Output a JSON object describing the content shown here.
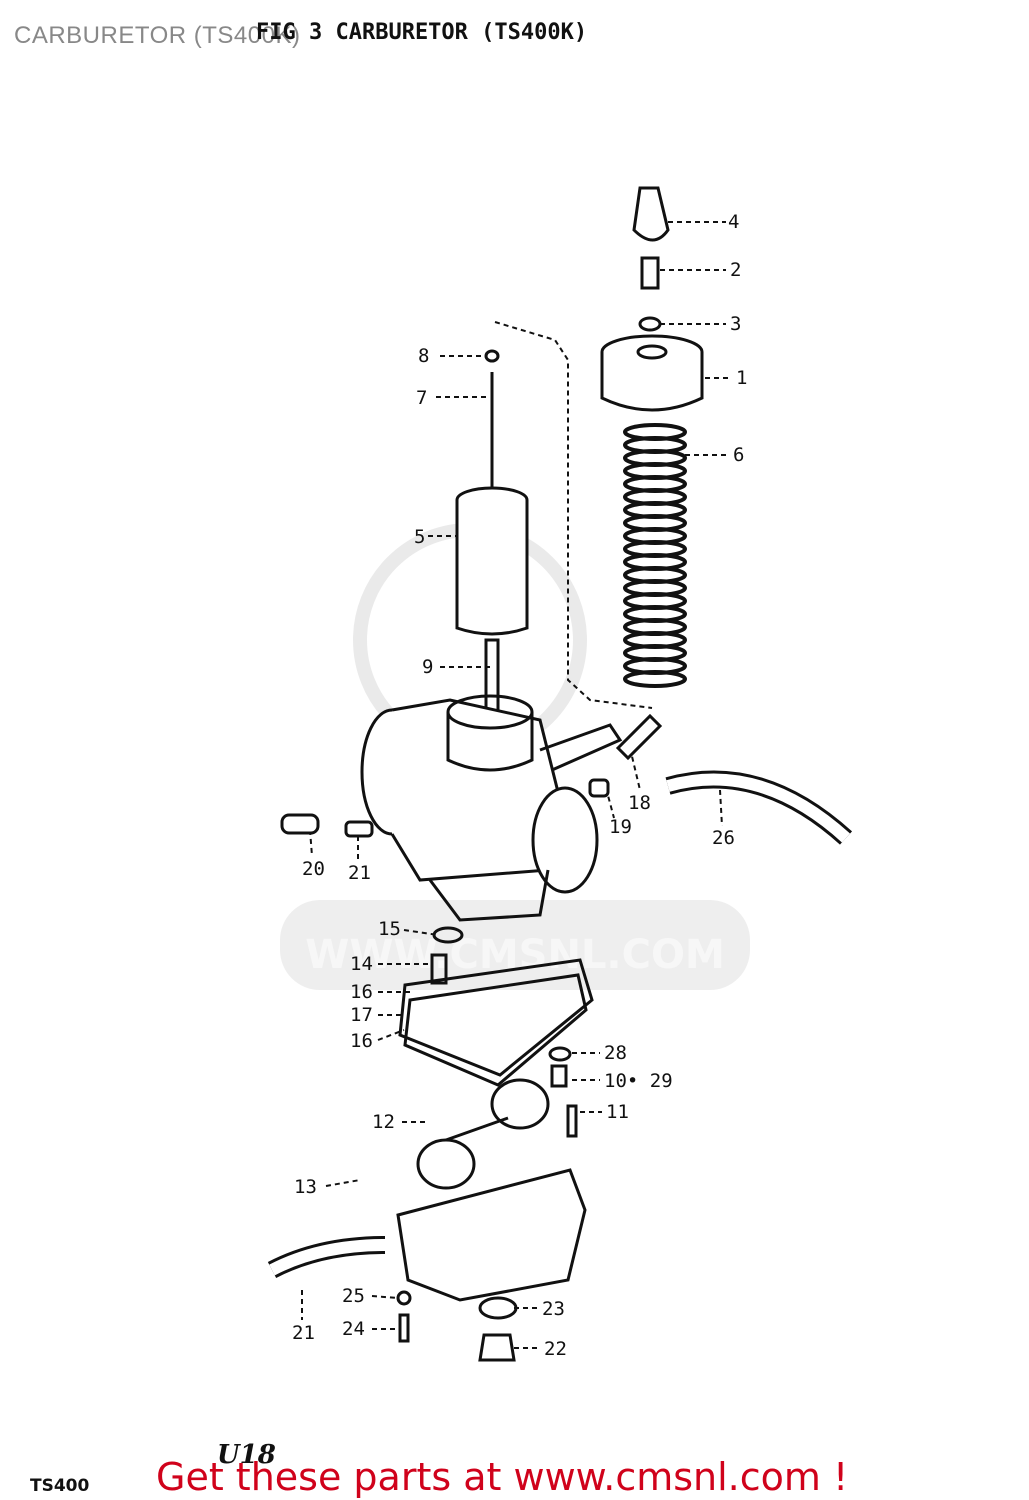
{
  "header": {
    "overlay_title": "CARBURETOR (TS400K)",
    "figure_title": "FIG 3 CARBURETOR (TS400K)"
  },
  "callouts": [
    {
      "id": "c4",
      "text": "4"
    },
    {
      "id": "c2",
      "text": "2"
    },
    {
      "id": "c3",
      "text": "3"
    },
    {
      "id": "c1",
      "text": "1"
    },
    {
      "id": "c6",
      "text": "6"
    },
    {
      "id": "c8",
      "text": "8"
    },
    {
      "id": "c7",
      "text": "7"
    },
    {
      "id": "c5",
      "text": "5"
    },
    {
      "id": "c9",
      "text": "9"
    },
    {
      "id": "c18",
      "text": "18"
    },
    {
      "id": "c19",
      "text": "19"
    },
    {
      "id": "c26",
      "text": "26"
    },
    {
      "id": "c20",
      "text": "20"
    },
    {
      "id": "c21a",
      "text": "21"
    },
    {
      "id": "c15",
      "text": "15"
    },
    {
      "id": "c14",
      "text": "14"
    },
    {
      "id": "c16a",
      "text": "16"
    },
    {
      "id": "c17",
      "text": "17"
    },
    {
      "id": "c16b",
      "text": "16"
    },
    {
      "id": "c28",
      "text": "28"
    },
    {
      "id": "c1029",
      "text": "10• 29"
    },
    {
      "id": "c12",
      "text": "12"
    },
    {
      "id": "c11",
      "text": "11"
    },
    {
      "id": "c13",
      "text": "13"
    },
    {
      "id": "c25",
      "text": "25"
    },
    {
      "id": "c23",
      "text": "23"
    },
    {
      "id": "c24",
      "text": "24"
    },
    {
      "id": "c21b",
      "text": "21"
    },
    {
      "id": "c22",
      "text": "22"
    }
  ],
  "watermark": "WWW.CMSNL.COM",
  "footer": {
    "model": "TS400",
    "page_code": "U18",
    "link_text": "Get these parts at www.cmsnl.com !",
    "link_color": "#d0021b"
  }
}
